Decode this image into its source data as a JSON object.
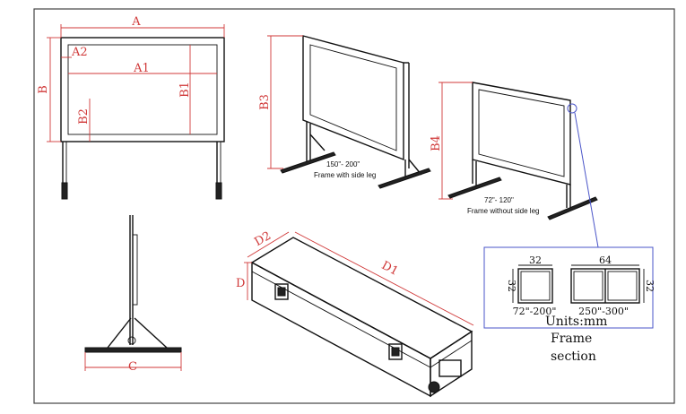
{
  "labels": {
    "A": "A",
    "A1": "A1",
    "A2": "A2",
    "B": "B",
    "B1": "B1",
    "B2": "B2",
    "B3": "B3",
    "B4": "B4",
    "C": "C",
    "D": "D",
    "D1": "D1",
    "D2": "D2"
  },
  "captions": {
    "side_leg_size": "150\"- 200\"",
    "side_leg_name": "Frame with side leg",
    "no_leg_size": "72\"- 120\"",
    "no_leg_name": "Frame without side leg"
  },
  "section": {
    "dim_left_top": "32",
    "dim_left_side": "32",
    "range_left": "72\"-200\"",
    "dim_right_top": "64",
    "dim_right_side": "32",
    "range_right": "250\"-300\"",
    "units": "Units:mm",
    "title_line1": "Frame",
    "title_line2": "section"
  },
  "colors": {
    "dimension": "#d03838",
    "section_border": "#4a55c8",
    "outline": "#111111"
  }
}
